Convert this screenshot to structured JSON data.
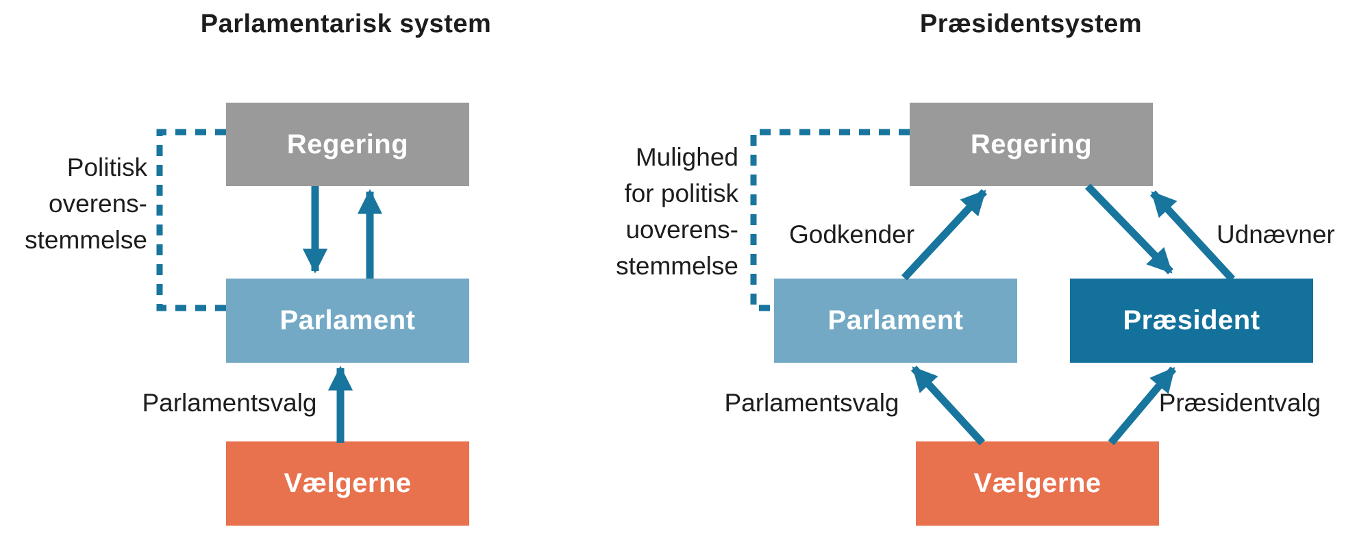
{
  "left_diagram": {
    "title": "Parlamentarisk system",
    "boxes": {
      "regering": "Regering",
      "parlament": "Parlament",
      "vaelgerne": "Vælgerne"
    },
    "agreement_lines": [
      "Politisk",
      "overens-",
      "stemmelse"
    ],
    "parlamentsvalg": "Parlamentsvalg"
  },
  "right_diagram": {
    "title": "Præsidentsystem",
    "boxes": {
      "regering": "Regering",
      "parlament": "Parlament",
      "praesident": "Præsident",
      "vaelgerne": "Vælgerne"
    },
    "disagreement_lines": [
      "Mulighed",
      "for politisk",
      "uoverens-",
      "stemmelse"
    ],
    "godkender": "Godkender",
    "udnaevner": "Udnævner",
    "parlamentsvalg": "Parlamentsvalg",
    "praesidentvalg": "Præsidentvalg"
  },
  "colors": {
    "box_gray": "#9a9a9a",
    "box_light_blue": "#73a9c5",
    "box_dark_blue": "#14719b",
    "box_orange": "#e8714e",
    "arrow_teal": "#17759e",
    "text_dark": "#1d1d1d"
  }
}
